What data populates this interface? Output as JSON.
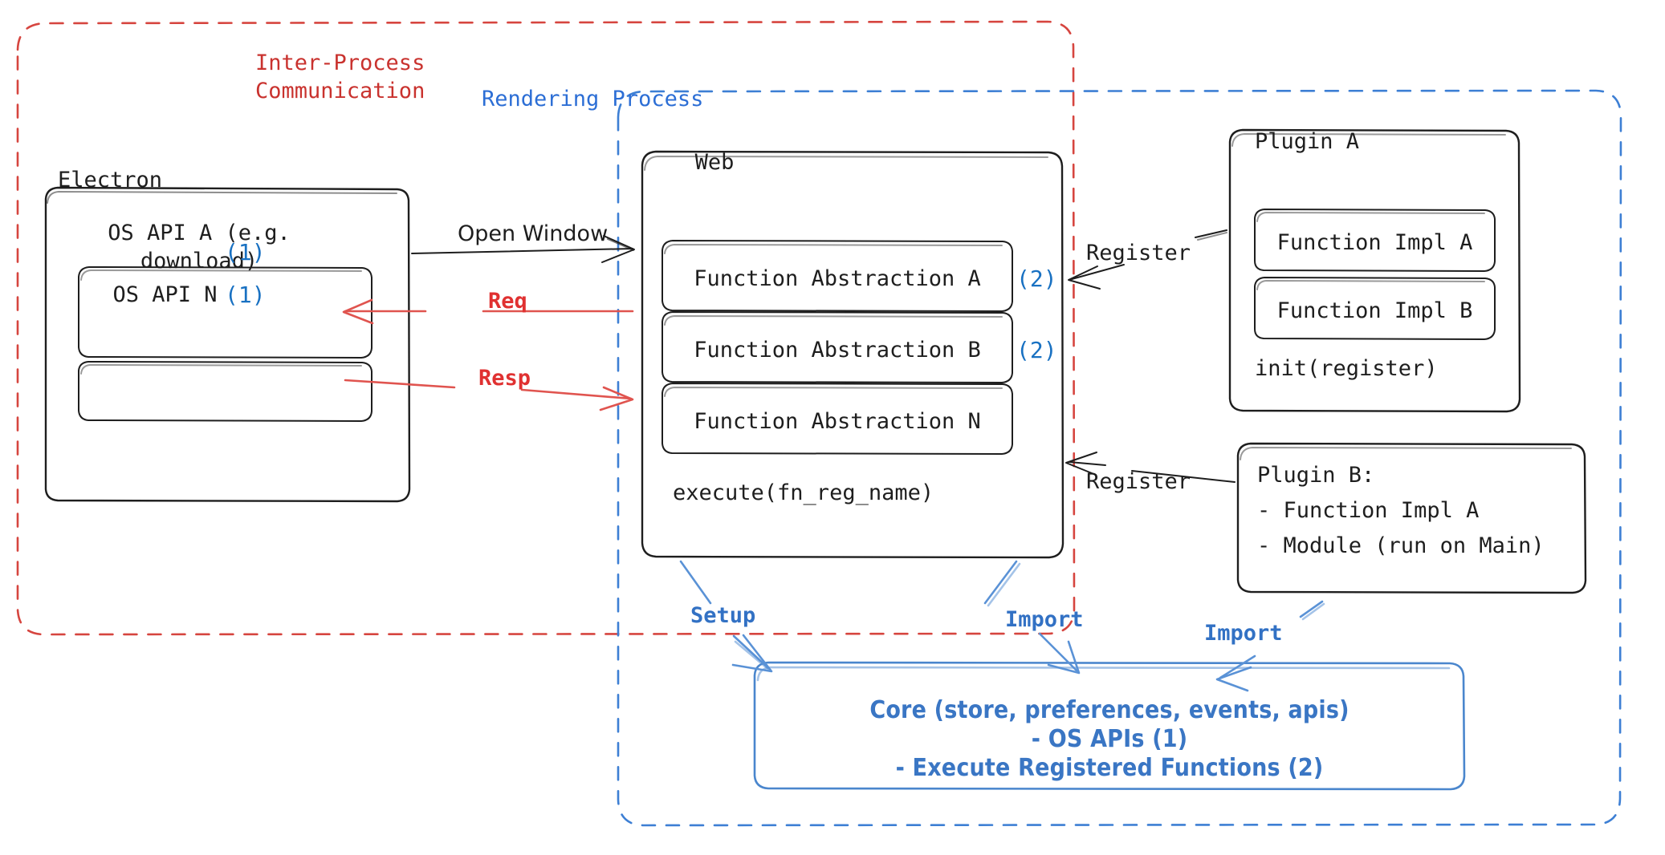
{
  "diagram": {
    "containers": {
      "ipc": {
        "label": "Inter-Process\nCommunication",
        "color": "#c9322e",
        "style": "dashed-rounded"
      },
      "rendering_process": {
        "label": "Rendering Process",
        "color": "#2c6ed5",
        "style": "dashed-rounded"
      }
    },
    "nodes": {
      "electron": {
        "title": "Electron",
        "children": [
          {
            "label": "OS API A (e.g.\ndownload)",
            "badge": "(1)"
          },
          {
            "label": "OS API N",
            "badge": "(1)"
          }
        ]
      },
      "web": {
        "title": "Web",
        "children": [
          {
            "label": "Function Abstraction A",
            "badge": "(2)"
          },
          {
            "label": "Function Abstraction B",
            "badge": "(2)"
          },
          {
            "label": "Function Abstraction N",
            "badge": ""
          }
        ],
        "footer": "execute(fn_reg_name)"
      },
      "plugin_a": {
        "title": "Plugin A",
        "children": [
          {
            "label": "Function Impl A"
          },
          {
            "label": "Function Impl B"
          }
        ],
        "footer": "init(register)"
      },
      "plugin_b": {
        "lines": [
          "Plugin B:",
          "- Function Impl A",
          "- Module (run on Main)"
        ]
      },
      "core": {
        "lines": [
          "Core (store, preferences, events, apis)",
          "- OS APIs (1)",
          "- Execute Registered Functions (2)"
        ],
        "color": "#3a76c4"
      }
    },
    "edges": [
      {
        "id": "open-window",
        "label": "Open Window",
        "color": "#1e1e1e",
        "from": "electron",
        "to": "web"
      },
      {
        "id": "req",
        "label": "Req",
        "color": "#e03131",
        "from": "web",
        "to": "electron"
      },
      {
        "id": "resp",
        "label": "Resp",
        "color": "#e03131",
        "from": "electron",
        "to": "web"
      },
      {
        "id": "register-a",
        "label": "Register",
        "color": "#1e1e1e",
        "from": "plugin_a",
        "to": "web"
      },
      {
        "id": "register-b",
        "label": "Register",
        "color": "#1e1e1e",
        "from": "plugin_b",
        "to": "web"
      },
      {
        "id": "setup",
        "label": "Setup",
        "color": "#3271c4",
        "from": "web",
        "to": "core"
      },
      {
        "id": "import-web",
        "label": "Import",
        "color": "#3271c4",
        "from": "web",
        "to": "core"
      },
      {
        "id": "import-plugin",
        "label": "Import",
        "color": "#3271c4",
        "from": "plugin_b",
        "to": "core"
      }
    ],
    "legend_markers": {
      "os_api": "(1)",
      "registered_fn": "(2)"
    }
  }
}
